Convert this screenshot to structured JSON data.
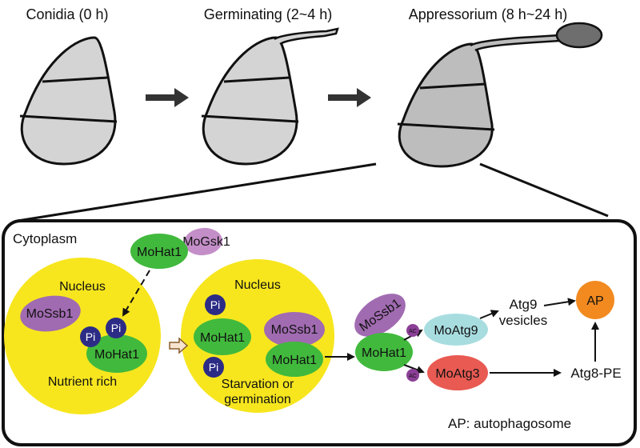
{
  "stages": [
    {
      "label": "Conidia (0 h)"
    },
    {
      "label": "Germinating (2~4 h)"
    },
    {
      "label": "Appressorium (8 h~24 h)"
    }
  ],
  "panel": {
    "cytoplasm": "Cytoplasm",
    "left_nucleus": {
      "title": "Nucleus",
      "caption": "Nutrient rich"
    },
    "right_nucleus": {
      "title": "Nucleus",
      "caption_line1": "Starvation or",
      "caption_line2": "germination"
    },
    "proteins": {
      "hat1": "MoHat1",
      "gsk1": "MoGsk1",
      "ssb1": "MoSsb1",
      "atg9": "MoAtg9",
      "atg3": "MoAtg3"
    },
    "pi": "Pi",
    "ac": "AC",
    "atg9_vesicles_line1": "Atg9",
    "atg9_vesicles_line2": "vesicles",
    "atg8_pe": "Atg8-PE",
    "ap": "AP",
    "legend": "AP: autophagosome"
  },
  "colors": {
    "nucleus": "#f7e61e",
    "hat1": "#41b93d",
    "ssb1": "#a16bb1",
    "gsk1": "#c48fc8",
    "atg9": "#a8dde0",
    "atg3": "#e85a52",
    "ap": "#f28a1f",
    "pi": "#2c2c86",
    "ac": "#8b3f96",
    "spore_light": "#d4d4d4",
    "spore_dark": "#b5b5b5"
  }
}
